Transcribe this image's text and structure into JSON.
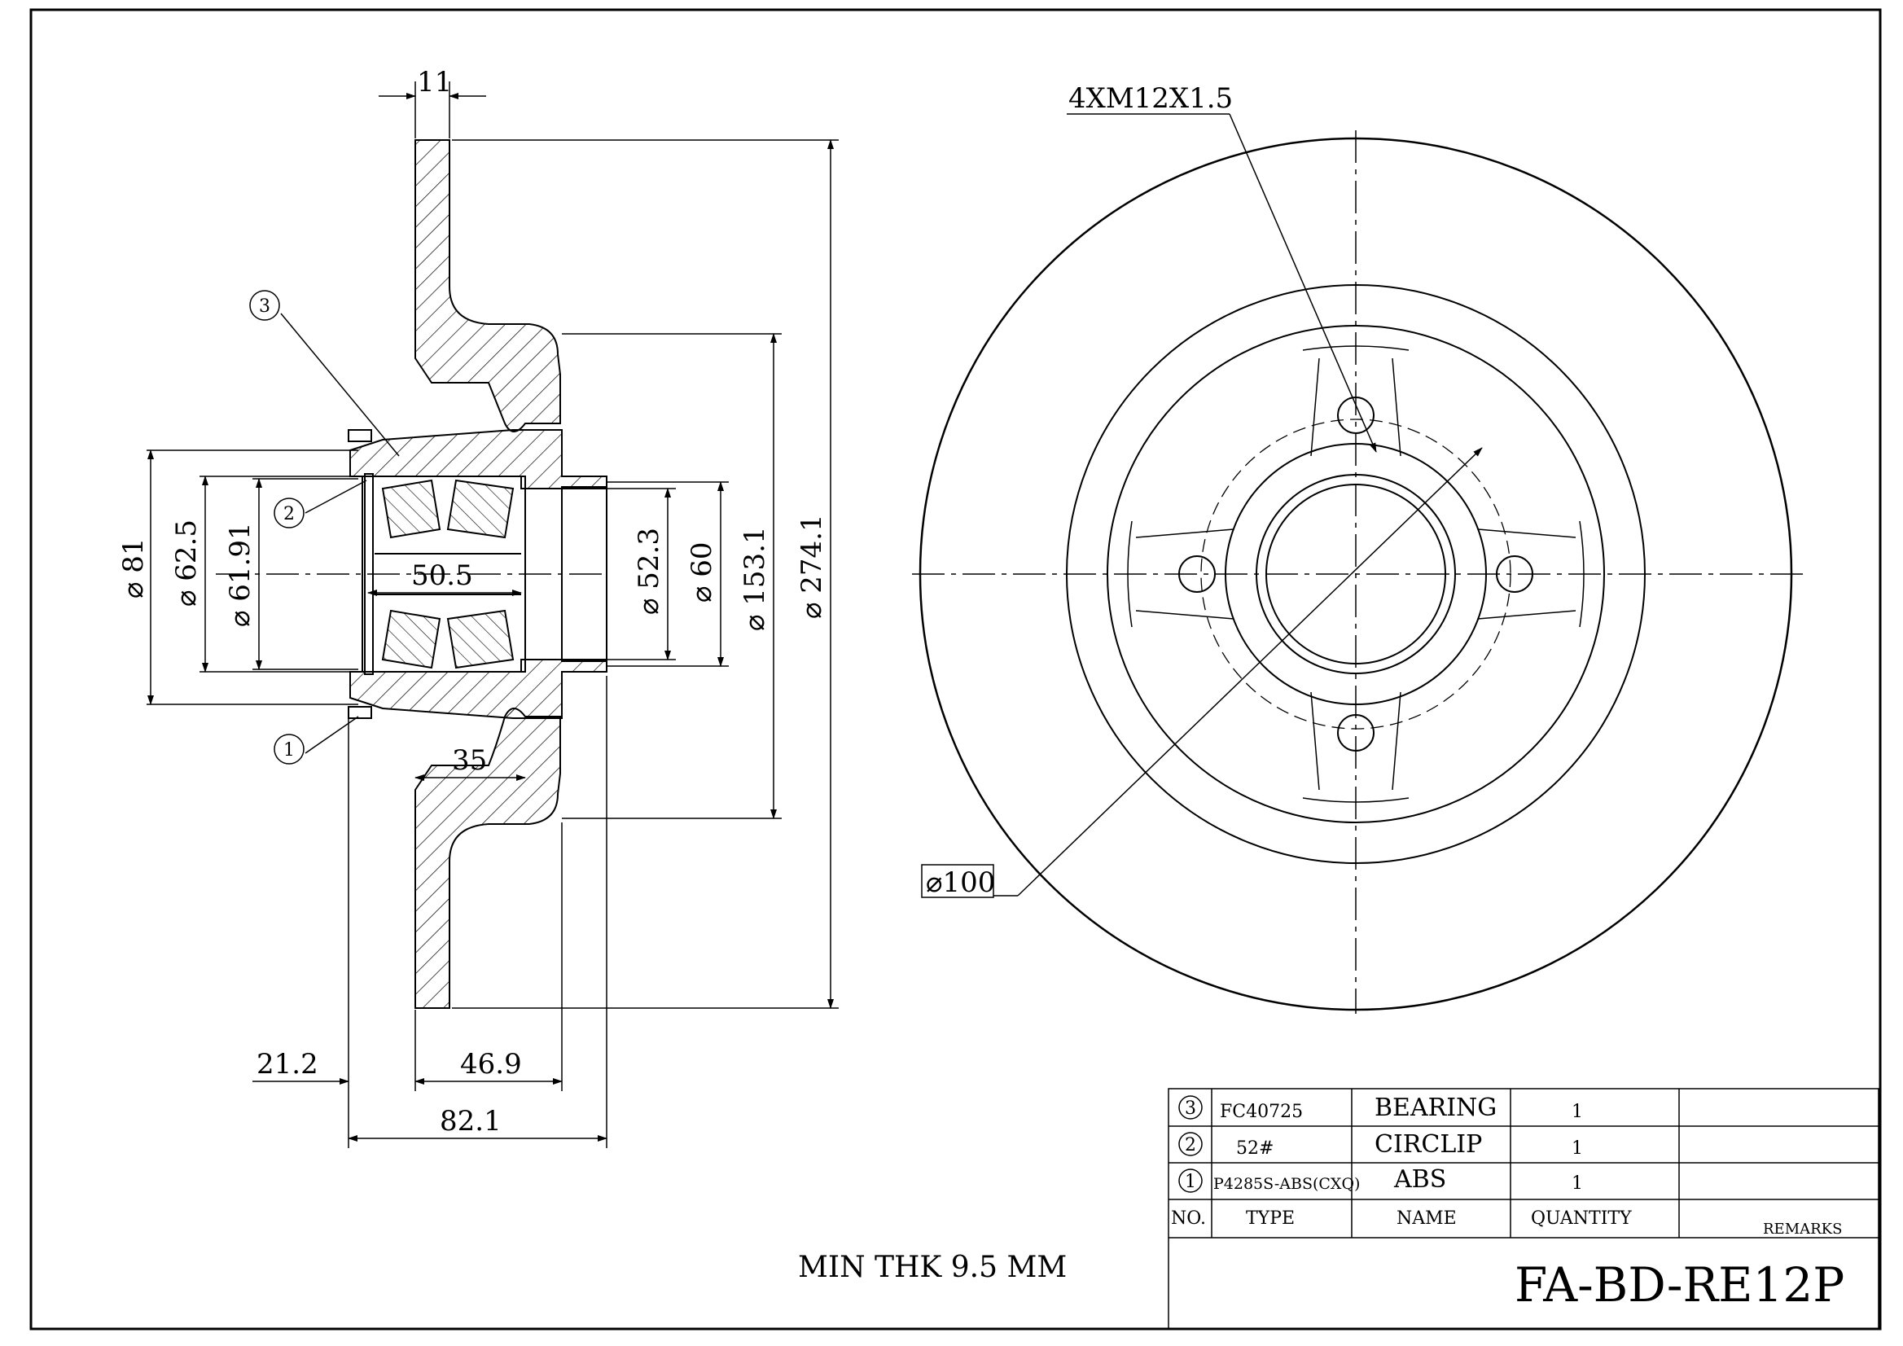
{
  "drawing": {
    "part_number": "FA-BD-RE12P",
    "min_thickness_note": "MIN THK 9.5 MM"
  },
  "section_view": {
    "dimensions": {
      "flange_thickness": "11",
      "dia_81": "⌀ 81",
      "dia_62_5": "⌀ 62.5",
      "dia_61_91": "⌀ 61.91",
      "bearing_width": "50.5",
      "dia_52_3": "⌀ 52.3",
      "dia_60": "⌀ 60",
      "dia_153_1": "⌀ 153.1",
      "dia_274_1": "⌀ 274.1",
      "depth_35": "35",
      "offset_21_2": "21.2",
      "length_46_9": "46.9",
      "overall_82_1": "82.1"
    },
    "callouts": [
      "3",
      "2",
      "1"
    ]
  },
  "front_view": {
    "thread_spec": "4XM12X1.5",
    "pcd": "⌀100"
  },
  "bom": {
    "headers": {
      "no": "NO.",
      "type": "TYPE",
      "name": "NAME",
      "quantity": "QUANTITY",
      "remarks": "REMARKS"
    },
    "rows": [
      {
        "no": "3",
        "type": "FC40725",
        "name": "BEARING",
        "quantity": "1",
        "remarks": ""
      },
      {
        "no": "2",
        "type": "52#",
        "name": "CIRCLIP",
        "quantity": "1",
        "remarks": ""
      },
      {
        "no": "1",
        "type": "P4285S-ABS(CXQ)",
        "name": "ABS",
        "quantity": "1",
        "remarks": ""
      }
    ]
  }
}
